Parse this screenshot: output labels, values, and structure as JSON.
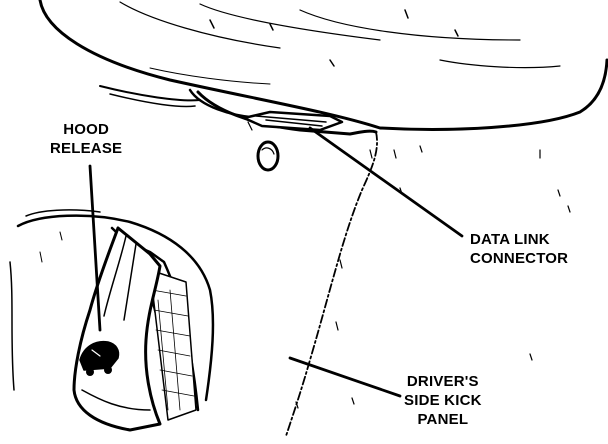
{
  "callouts": {
    "hood_release": {
      "line1": "HOOD",
      "line2": "RELEASE"
    },
    "data_link_connector": {
      "line1": "DATA LINK",
      "line2": "CONNECTOR"
    },
    "drivers_side_kick_panel": {
      "line1": "DRIVER'S",
      "line2": "SIDE KICK",
      "line3": "PANEL"
    }
  }
}
